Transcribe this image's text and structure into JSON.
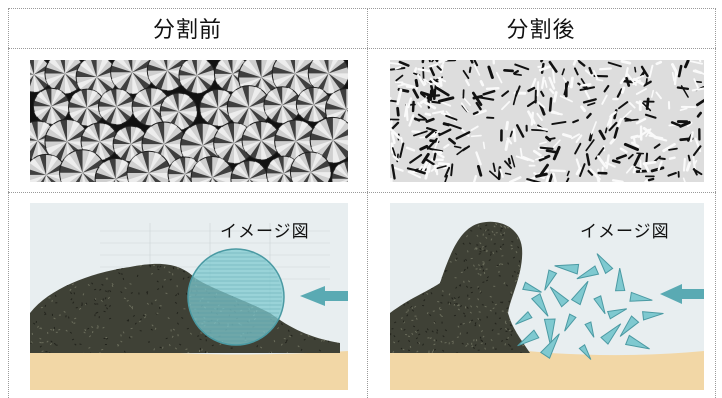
{
  "columns": [
    {
      "header": "分割前"
    },
    {
      "header": "分割後"
    }
  ],
  "illustrations": [
    {
      "caption": "イメージ図"
    },
    {
      "caption": "イメージ図"
    }
  ],
  "colors": {
    "sky": "#e8eef0",
    "sand": "#f2d7a6",
    "debris": "#3f4136",
    "particle": "#7fc9d0",
    "arrow": "#5aaab3",
    "grid_line": "#9a9a9a"
  }
}
